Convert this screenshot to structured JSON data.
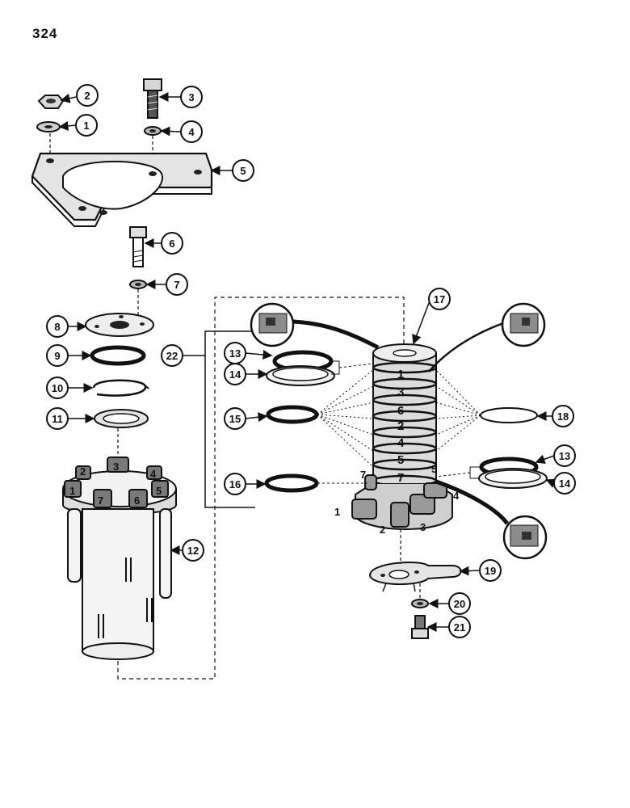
{
  "page": {
    "number": "324"
  },
  "callouts": {
    "c1": "1",
    "c2": "2",
    "c3": "3",
    "c4": "4",
    "c5": "5",
    "c6": "6",
    "c7": "7",
    "c8": "8",
    "c9": "9",
    "c10": "10",
    "c11": "11",
    "c12": "12",
    "c13a": "13",
    "c14a": "14",
    "c13b": "13",
    "c14b": "14",
    "c15": "15",
    "c16": "16",
    "c17": "17",
    "c18": "18",
    "c19": "19",
    "c20": "20",
    "c21": "21",
    "c22": "22"
  },
  "body_ports": {
    "p1": "1",
    "p2": "2",
    "p3": "3",
    "p4": "4",
    "p5": "5",
    "p6": "6",
    "p7": "7"
  },
  "spool_rings": [
    "1",
    "3",
    "6",
    "2",
    "4",
    "5",
    "7"
  ],
  "spool_side_labels": {
    "left7": "7",
    "right5": "5"
  },
  "spool_ports": {
    "p1": "1",
    "p2": "2",
    "p3": "3",
    "p4": "4"
  }
}
